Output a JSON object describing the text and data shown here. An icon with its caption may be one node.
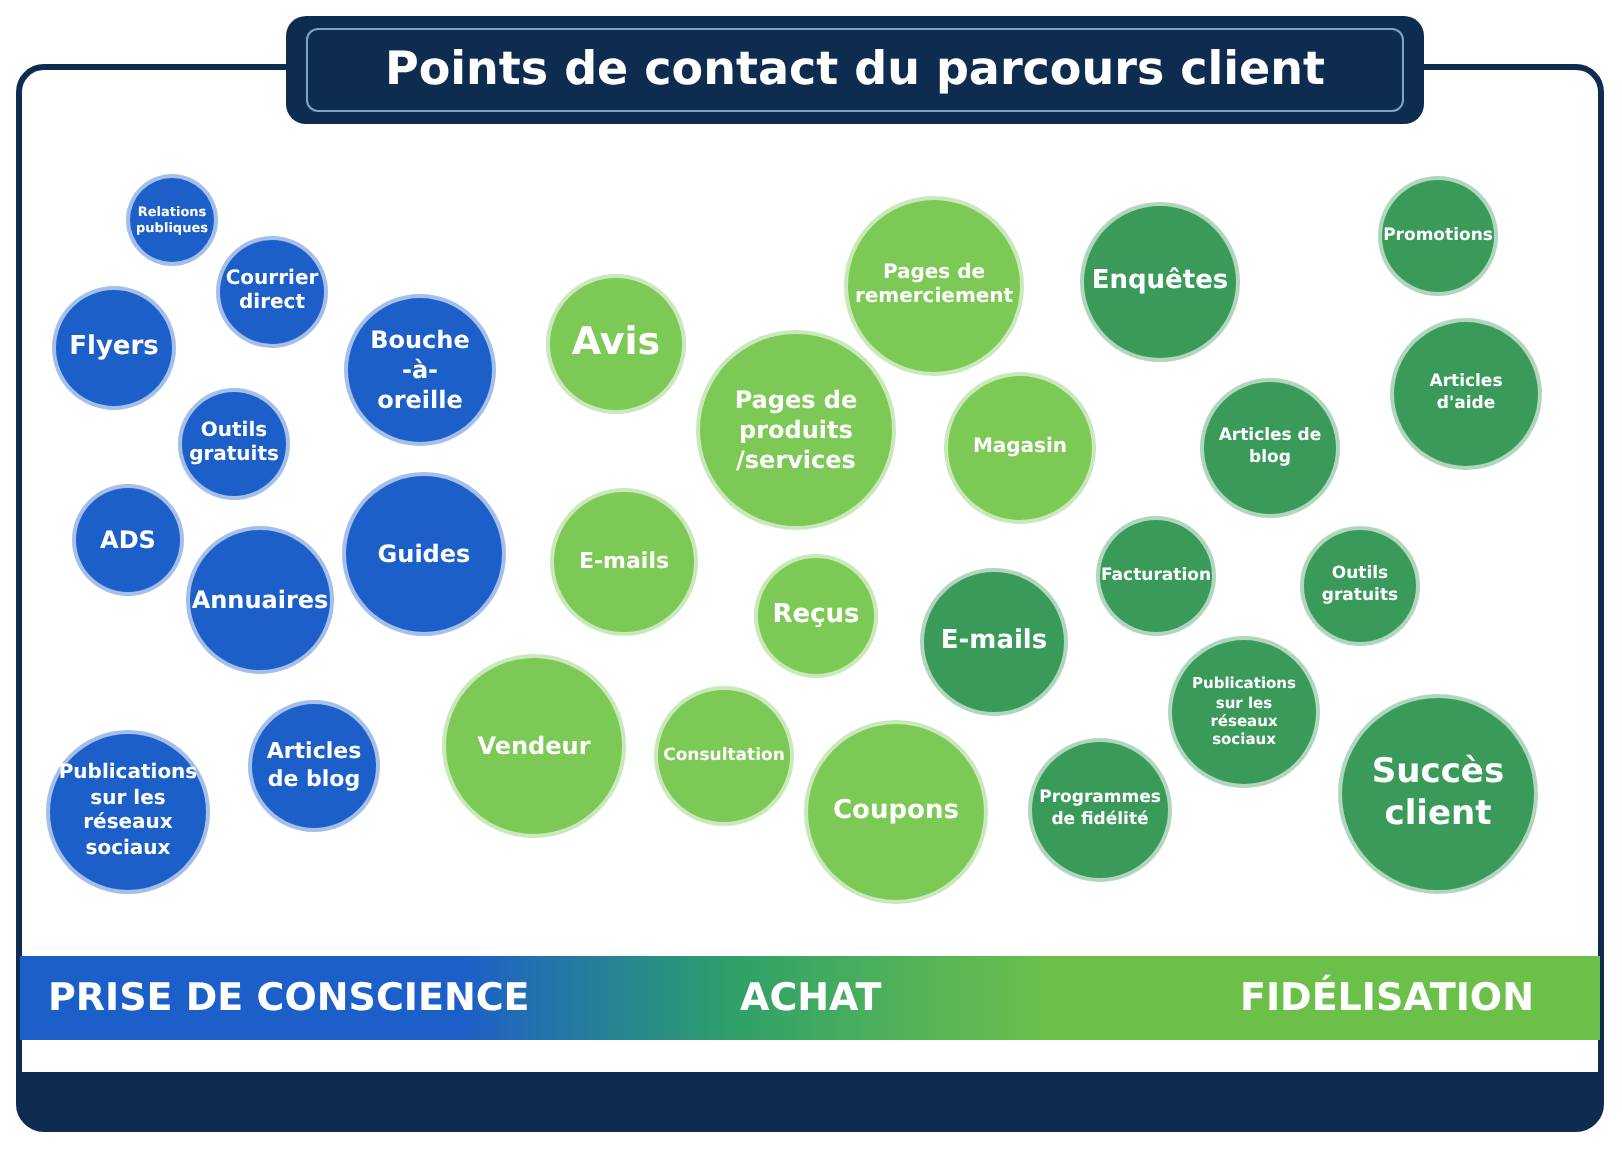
{
  "diagram": {
    "title": "Points de contact du parcours client",
    "nodes": [
      {
        "text": [
          "Relations publiques"
        ]
      },
      {
        "text": [
          "Flyers"
        ]
      },
      {
        "text": [
          "Courrier direct"
        ]
      },
      {
        "text": [
          "Bouche -à- oreille"
        ]
      },
      {
        "text": [
          "Outils gratuits"
        ]
      },
      {
        "text": [
          "ADS"
        ]
      },
      {
        "text": [
          "Annuaires"
        ]
      },
      {
        "text": [
          "Guides"
        ]
      },
      {
        "text": [
          "Publications sur les réseaux sociaux"
        ]
      },
      {
        "text": [
          "Articles de blog"
        ]
      },
      {
        "text": [
          "Avis"
        ]
      },
      {
        "text": [
          "E-mails"
        ]
      },
      {
        "text": [
          "Vendeur"
        ]
      },
      {
        "text": [
          "Pages de produits /services"
        ]
      },
      {
        "text": [
          "Pages de remerciement"
        ]
      },
      {
        "text": [
          "Magasin"
        ]
      },
      {
        "text": [
          "Reçus"
        ]
      },
      {
        "text": [
          "Consultation"
        ]
      },
      {
        "text": [
          "Coupons"
        ]
      },
      {
        "text": [
          "E-mails"
        ]
      },
      {
        "text": [
          "Enquêtes"
        ]
      },
      {
        "text": [
          "Promotions"
        ]
      },
      {
        "text": [
          "Articles de blog"
        ]
      },
      {
        "text": [
          "Articles d'aide"
        ]
      },
      {
        "text": [
          "Facturation"
        ]
      },
      {
        "text": [
          "Outils gratuits"
        ]
      },
      {
        "text": [
          "Publications sur les réseaux sociaux"
        ]
      },
      {
        "text": [
          "Programmes de fidélité"
        ]
      },
      {
        "text": [
          "Succès client"
        ]
      }
    ],
    "labels": [
      "PRISE DE CONSCIENCE",
      "ACHAT",
      "FIDÉLISATION"
    ]
  }
}
